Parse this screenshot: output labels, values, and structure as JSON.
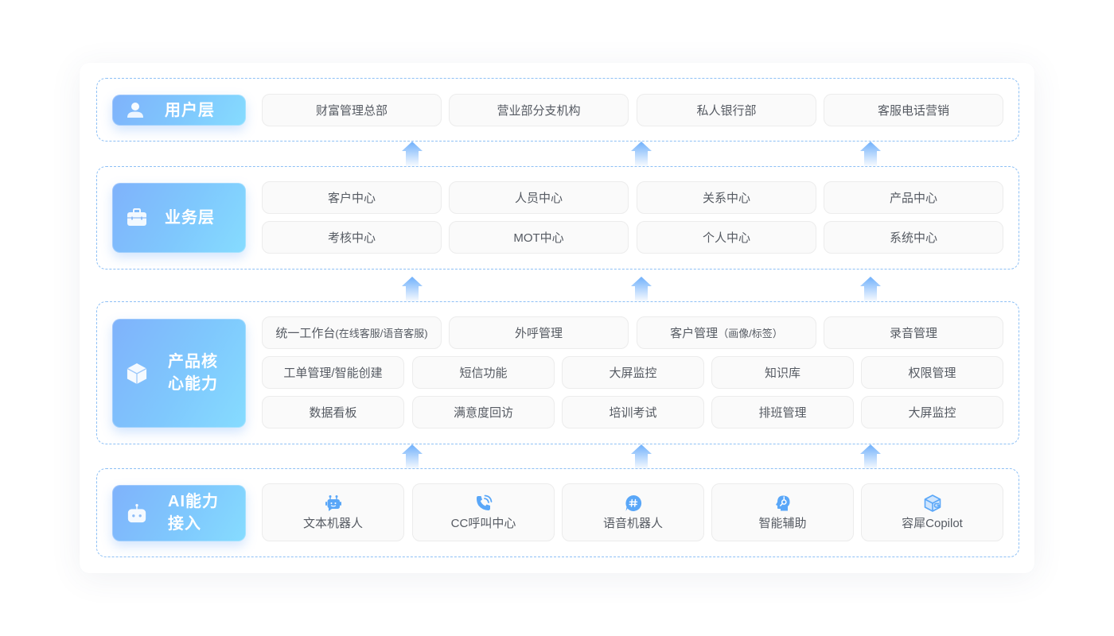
{
  "layers": [
    {
      "id": "user",
      "label": "用户层",
      "icon": "user-icon",
      "items": [
        "财富管理总部",
        "营业部分支机构",
        "私人银行部",
        "客服电话营销"
      ]
    },
    {
      "id": "business",
      "label": "业务层",
      "icon": "briefcase-icon",
      "items": [
        "客户中心",
        "人员中心",
        "关系中心",
        "产品中心",
        "考核中心",
        "MOT中心",
        "个人中心",
        "系统中心"
      ]
    },
    {
      "id": "product",
      "label_line1": "产品核",
      "label_line2": "心能力",
      "icon": "cube-icon",
      "row1": [
        {
          "main": "统一工作台",
          "sub": "(在线客服/语音客服)"
        },
        {
          "main": "外呼管理",
          "sub": ""
        },
        {
          "main": "客户管理",
          "sub": "（画像/标签）"
        },
        {
          "main": "录音管理",
          "sub": ""
        }
      ],
      "row2": [
        "工单管理/智能创建",
        "短信功能",
        "大屏监控",
        "知识库",
        "权限管理"
      ],
      "row3": [
        "数据看板",
        "满意度回访",
        "培训考试",
        "排班管理",
        "大屏监控"
      ]
    },
    {
      "id": "ai",
      "label_line1": "AI能力",
      "label_line2": "接入",
      "icon": "robot-icon",
      "items": [
        {
          "label": "文本机器人",
          "icon": "chatbot-icon"
        },
        {
          "label": "CC呼叫中心",
          "icon": "phone-call-icon"
        },
        {
          "label": "语音机器人",
          "icon": "hashtag-chat-icon"
        },
        {
          "label": "智能辅助",
          "icon": "headset-head-icon"
        },
        {
          "label": "容犀Copilot",
          "icon": "copilot-box-icon"
        }
      ]
    }
  ],
  "colors": {
    "accent_start": "#7fb2fb",
    "accent_end": "#86dcff",
    "dashed_border": "#8ec0f5",
    "icon_blue": "#5aa7f8",
    "cell_bg": "#fafafa",
    "cell_border": "#ececec",
    "text": "#555a62"
  }
}
